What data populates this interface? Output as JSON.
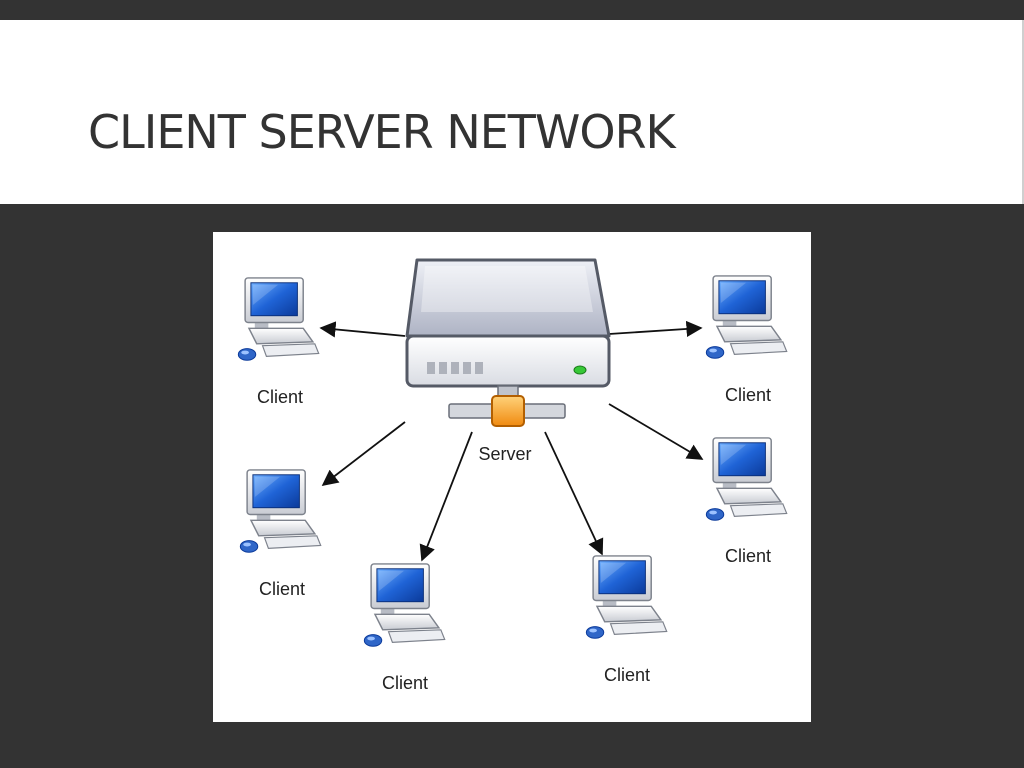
{
  "slide": {
    "title": "CLIENT SERVER NETWORK"
  },
  "diagram": {
    "server_label": "Server",
    "clients": [
      {
        "label": "Client"
      },
      {
        "label": "Client"
      },
      {
        "label": "Client"
      },
      {
        "label": "Client"
      },
      {
        "label": "Client"
      },
      {
        "label": "Client"
      }
    ]
  },
  "colors": {
    "slide_background": "#333333",
    "title_band": "#ffffff",
    "title_text": "#333333",
    "screen_blue": "#1f63d6",
    "connector_orange": "#f0a020"
  }
}
